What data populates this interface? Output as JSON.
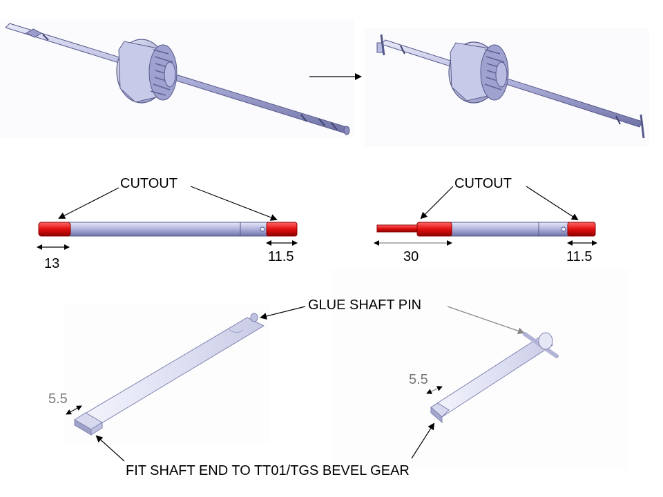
{
  "labels": {
    "cutout_left": "CUTOUT",
    "cutout_right": "CUTOUT",
    "dim_left_1": "13",
    "dim_left_2": "11.5",
    "dim_right_1": "30",
    "dim_right_2": "11.5",
    "glue_shaft_pin": "GLUE SHAFT PIN",
    "dim_bottom_left": "5.5",
    "dim_bottom_right": "5.5",
    "fit_shaft_end": "FIT SHAFT END TO TT01/TGS BEVEL GEAR"
  },
  "colors": {
    "shaft": "#b3b6dc",
    "shaft_dark": "#7f82b4",
    "cutout_red": "#e01010",
    "light_shaft": "#e2e4f4"
  }
}
